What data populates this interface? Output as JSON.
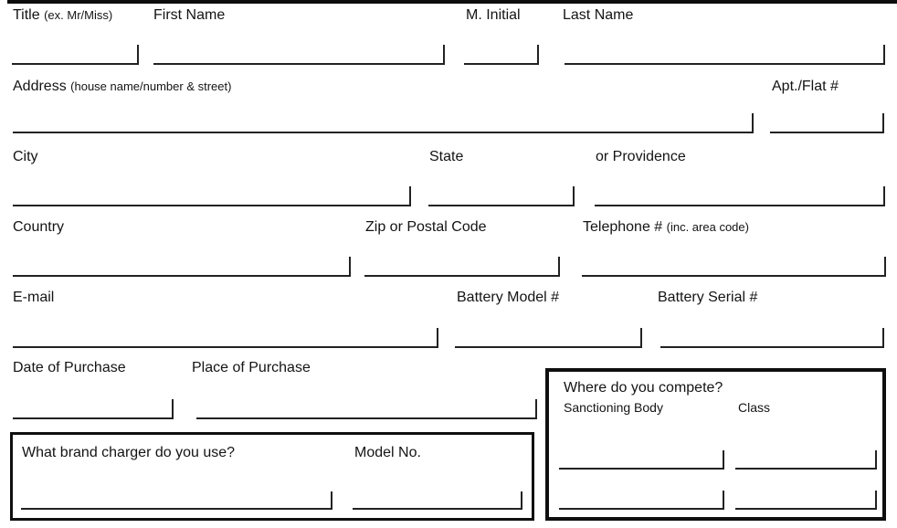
{
  "fields": {
    "title": {
      "label": "Title",
      "hint": "(ex. Mr/Miss)"
    },
    "first_name": {
      "label": "First Name"
    },
    "m_initial": {
      "label": "M. Initial"
    },
    "last_name": {
      "label": "Last Name"
    },
    "address": {
      "label": "Address",
      "hint": "(house name/number & street)"
    },
    "apt_flat": {
      "label": "Apt./Flat #"
    },
    "city": {
      "label": "City"
    },
    "state": {
      "label": "State"
    },
    "or_providence": {
      "label": "or Providence"
    },
    "country": {
      "label": "Country"
    },
    "zip_postal": {
      "label": "Zip or Postal Code"
    },
    "telephone": {
      "label": "Telephone #",
      "hint": "(inc. area code)"
    },
    "email": {
      "label": "E-mail"
    },
    "battery_model": {
      "label": "Battery Model #"
    },
    "battery_serial": {
      "label": "Battery Serial #"
    },
    "date_of_purchase": {
      "label": "Date of Purchase"
    },
    "place_of_purchase": {
      "label": "Place of Purchase"
    }
  },
  "compete_box": {
    "title": "Where do you compete?",
    "col1_label": "Sanctioning Body",
    "col2_label": "Class"
  },
  "charger_box": {
    "question": "What brand charger do you use?",
    "model_label": "Model No."
  },
  "colors": {
    "ink": "#141414",
    "line": "#222222",
    "box_border": "#0f0f0f",
    "background": "#ffffff"
  }
}
